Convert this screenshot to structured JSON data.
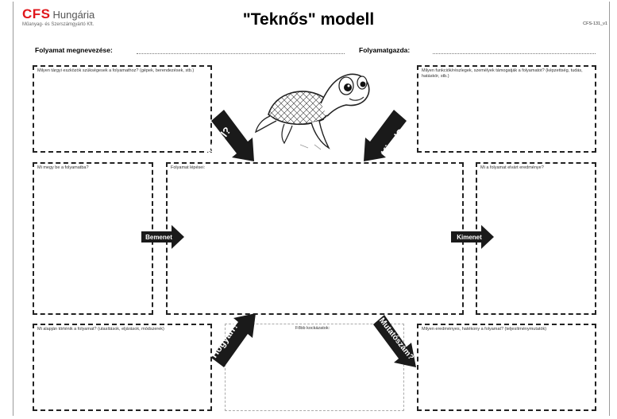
{
  "header": {
    "logo_main": "CFS",
    "logo_country": "Hungária",
    "logo_sub": "Műanyag- és Szerszámgyártó Kft.",
    "title": "\"Teknős\" modell",
    "doc_id": "CFS-131_v1"
  },
  "fields": {
    "process_name_label": "Folyamat megnevezése:",
    "process_owner_label": "Folyamatgazda:"
  },
  "boxes": {
    "resources": "Milyen tárgyi eszközök szükségesek a folyamathoz? (gépek, berendezések, stb.)",
    "people": "Milyen funkciók/részlegek, személyek támogatják a folyamatot? (képzettség, tudás, hatáskör, stb.)",
    "inputs": "Mi megy be a folyamatba?",
    "steps": "Folyamat lépései:",
    "outputs": "Mi a folyamat elvárt eredménye?",
    "methods": "Mi alapján történik a folyamat? (utasítások, eljárások, módszerek)",
    "risks": "Főbb kockázatok:",
    "kpis": "Milyen eredményes, hatékony a folyamat? (teljesítménymutatók)"
  },
  "arrows": {
    "with_what": "Mivel?",
    "who": "Kivel?",
    "input": "Bemenet",
    "output": "Kimenet",
    "how": "Hogyan?",
    "metrics": "Mutatószám?"
  },
  "colors": {
    "brand_red": "#e0161b",
    "arrow_fill": "#1a1a1a"
  },
  "icons": {
    "turtle": "turtle-illustration"
  }
}
